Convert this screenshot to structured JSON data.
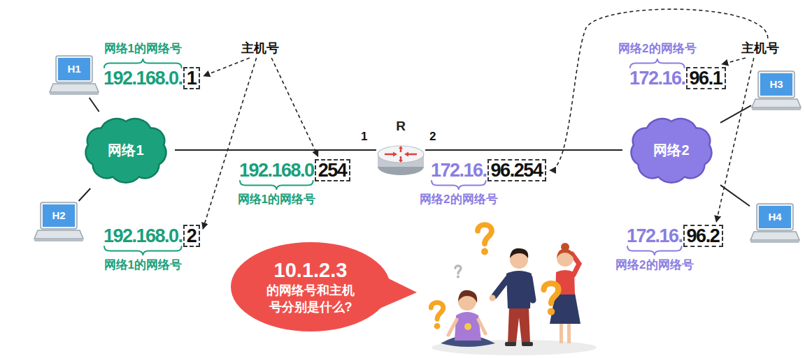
{
  "diagram": {
    "nodes": [
      {
        "text": [
          "H1"
        ]
      },
      {
        "text": [
          "网络1"
        ]
      },
      {
        "text": [
          "H2"
        ]
      },
      {
        "text": [
          "R"
        ]
      },
      {
        "text": [
          "H3"
        ]
      },
      {
        "text": [
          "网络2"
        ]
      },
      {
        "text": [
          "H4"
        ]
      },
      {
        "text": [
          "10.1.2.3",
          "的网络号和主机号分别是什么?"
        ]
      }
    ],
    "edges": [
      {
        "from": 0,
        "to": 1,
        "arrow": "none"
      },
      {
        "from": 2,
        "to": 1,
        "arrow": "none"
      },
      {
        "from": 1,
        "to": 3,
        "arrow": "none"
      },
      {
        "from": 3,
        "to": 5,
        "arrow": "none"
      },
      {
        "from": 5,
        "to": 4,
        "arrow": "none"
      },
      {
        "from": 5,
        "to": 6,
        "arrow": "none"
      }
    ],
    "labels": [
      "网络1的网络号",
      "主机号",
      "网络2的网络号",
      "主机号",
      "192.168.0.",
      "1",
      "172.16.",
      "96.1",
      "1",
      "2",
      "192.168.0",
      "254",
      "172.16.",
      "96.254",
      "网络1的网络号",
      "网络2的网络号",
      "192.168.0.",
      "2",
      "172.16.",
      "96.2",
      "网络1的网络号",
      "网络2的网络号"
    ]
  }
}
